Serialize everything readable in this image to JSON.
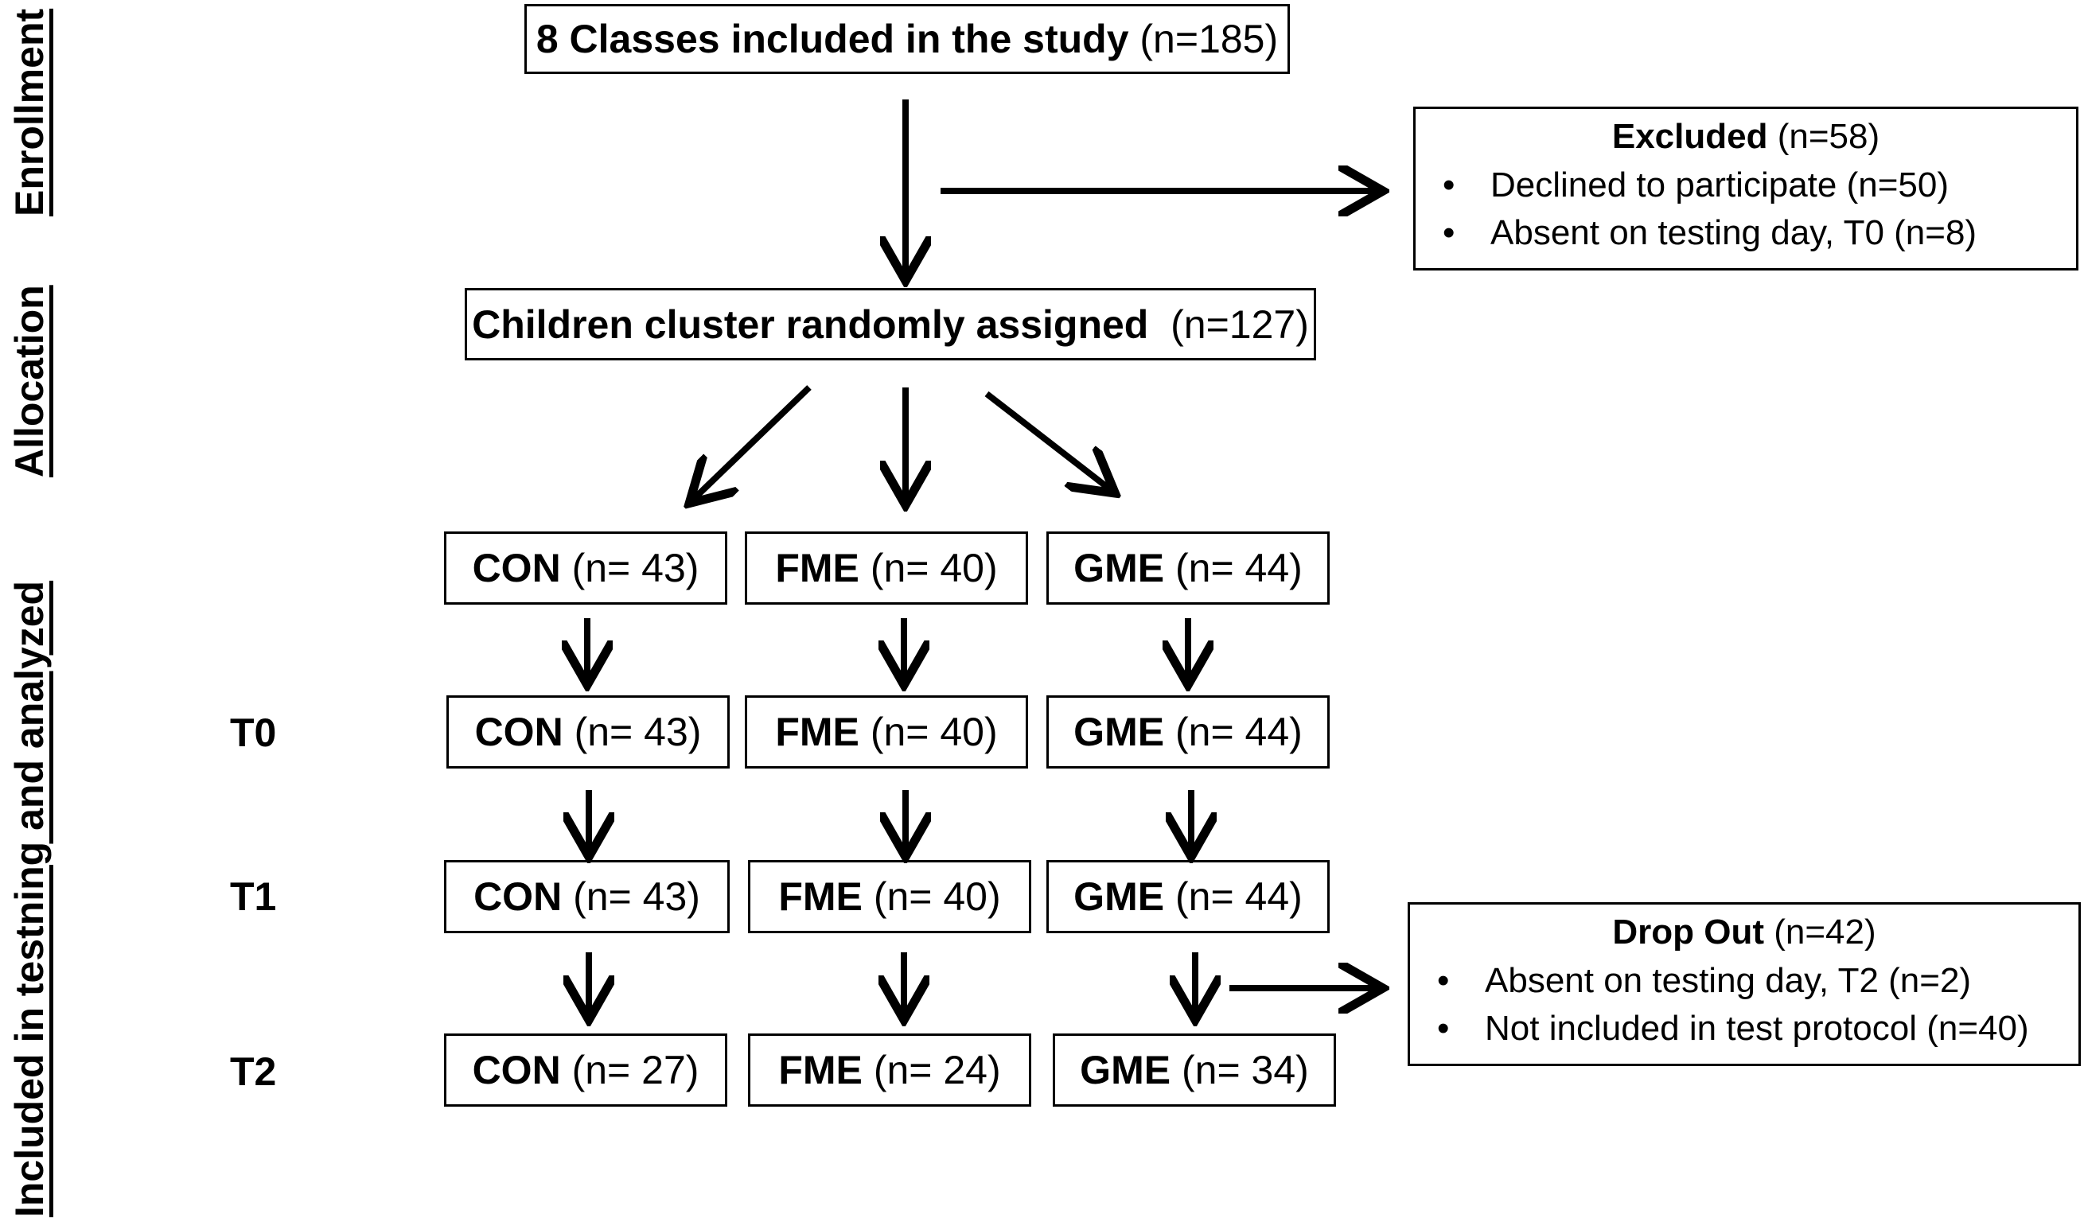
{
  "side_labels": {
    "enrollment": "Enrollment",
    "allocation": "Allocation",
    "included": "Included in testning and analyzed"
  },
  "enrollment_box": {
    "bold": "8 Classes included in the study",
    "count": "(n=185)"
  },
  "excluded": {
    "title_bold": "Excluded",
    "title_count": "(n=58)",
    "items": [
      "Declined to participate (n=50)",
      "Absent on testing day, T0 (n=8)"
    ]
  },
  "allocation_box": {
    "bold": "Children cluster randomly assigned",
    "count": "(n=127)"
  },
  "groups": {
    "allocated": [
      {
        "bold": "CON",
        "count": "(n= 43)"
      },
      {
        "bold": "FME",
        "count": "(n= 40)"
      },
      {
        "bold": "GME",
        "count": "(n= 44)"
      }
    ],
    "t0": {
      "label": "T0",
      "rows": [
        {
          "bold": "CON",
          "count": "(n= 43)"
        },
        {
          "bold": "FME",
          "count": "(n= 40)"
        },
        {
          "bold": "GME",
          "count": "(n= 44)"
        }
      ]
    },
    "t1": {
      "label": "T1",
      "rows": [
        {
          "bold": "CON",
          "count": "(n= 43)"
        },
        {
          "bold": "FME",
          "count": "(n= 40)"
        },
        {
          "bold": "GME",
          "count": "(n= 44)"
        }
      ]
    },
    "t2": {
      "label": "T2",
      "rows": [
        {
          "bold": "CON",
          "count": "(n= 27)"
        },
        {
          "bold": "FME",
          "count": "(n= 24)"
        },
        {
          "bold": "GME",
          "count": "(n= 34)"
        }
      ]
    }
  },
  "dropout": {
    "title_bold": "Drop Out",
    "title_count": "(n=42)",
    "items": [
      "Absent on testing day, T2 (n=2)",
      "Not included in test protocol (n=40)"
    ]
  }
}
